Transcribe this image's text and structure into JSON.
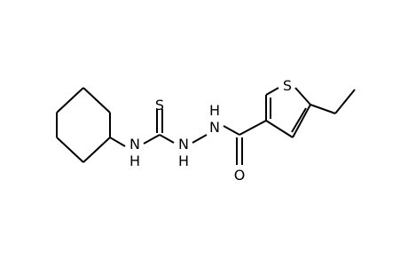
{
  "atoms": {
    "thiophene_s": "S",
    "thione_s": "S",
    "amine_nh": "N",
    "amine_h": "H",
    "hydrazine_nh_1": "N",
    "hydrazine_h_1": "H",
    "hydrazine_nh_2": "N",
    "hydrazine_h_2": "H",
    "carbonyl_o": "O"
  }
}
